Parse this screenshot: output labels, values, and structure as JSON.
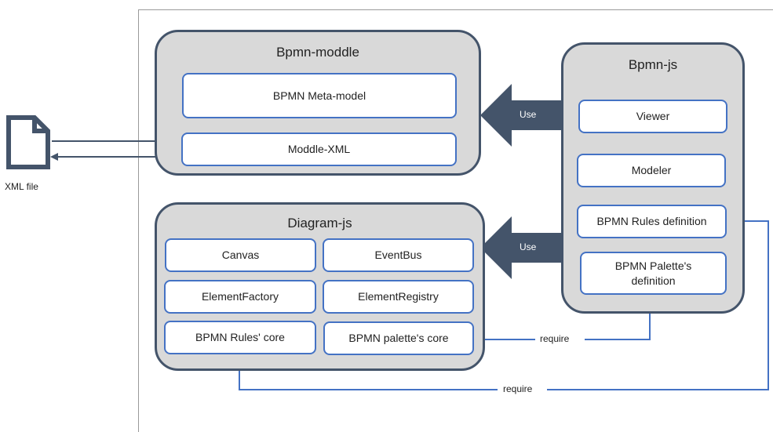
{
  "xml_file": {
    "label": "XML file"
  },
  "bpmn_moddle": {
    "title": "Bpmn-moddle",
    "items": [
      "BPMN Meta-model",
      "Moddle-XML"
    ]
  },
  "bpmn_js": {
    "title": "Bpmn-js",
    "items": [
      "Viewer",
      "Modeler",
      "BPMN Rules definition",
      "BPMN Palette's definition"
    ]
  },
  "diagram_js": {
    "title": "Diagram-js",
    "items": [
      "Canvas",
      "EventBus",
      "ElementFactory",
      "ElementRegistry",
      "BPMN Rules' core",
      "BPMN palette's core"
    ]
  },
  "arrows": {
    "use_top": "Use",
    "use_bottom": "Use",
    "require_1": "require",
    "require_2": "require"
  },
  "colors": {
    "group_fill": "#d9d9d9",
    "group_border": "#44546a",
    "box_border": "#4472c4",
    "connector": "#4472c4",
    "big_arrow": "#44546a"
  }
}
